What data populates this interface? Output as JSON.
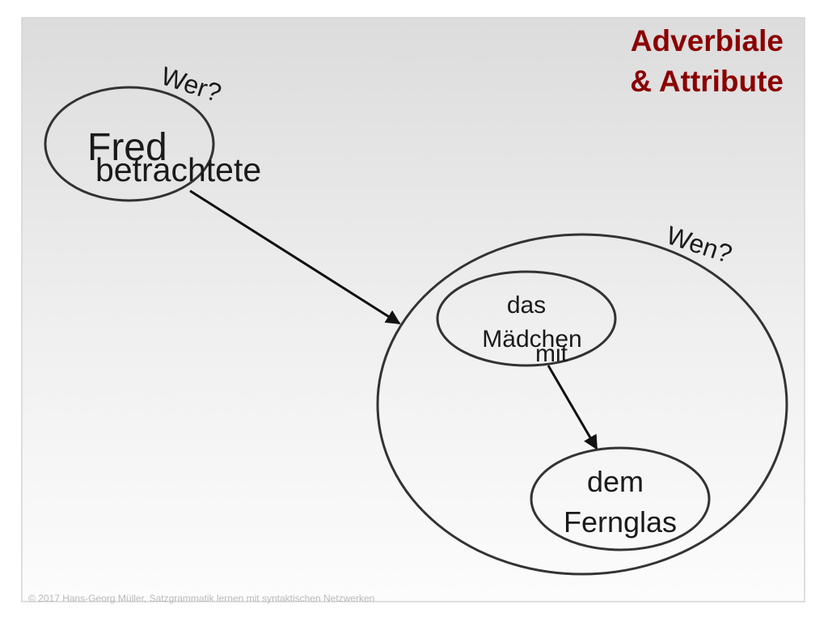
{
  "title": {
    "line1": "Adverbiale",
    "line2": "& Attribute",
    "color": "#8b0000"
  },
  "nodes": {
    "subject": "Fred",
    "verb": "betrachtete",
    "object_line1": "das",
    "object_line2": "Mädchen",
    "preposition": "mit",
    "attr_line1": "dem",
    "attr_line2": "Fernglas"
  },
  "questions": {
    "who": "Wer?",
    "whom": "Wen?"
  },
  "footer": {
    "copyright": "© 2017 Hans-Georg Müller, Satzgrammatik lernen mit syntaktischen Netzwerken"
  }
}
